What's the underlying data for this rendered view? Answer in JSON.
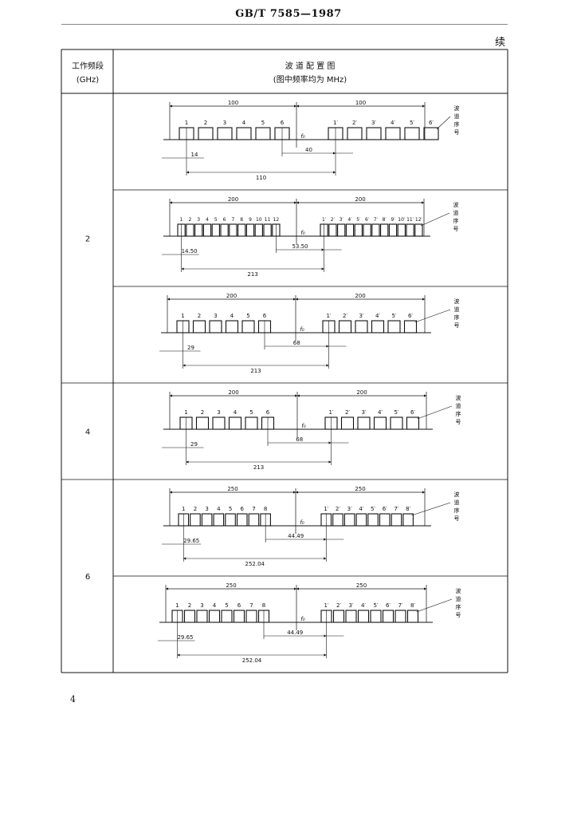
{
  "header": {
    "standard_code": "GB/T  7585—1987",
    "continued": "续"
  },
  "table": {
    "col1_header": [
      "工作频段",
      "(GHz)"
    ],
    "col2_header": [
      "波  道  配  置  图",
      "(图中频率均为 MHz)"
    ],
    "bands": [
      {
        "label": "2",
        "rows": 3
      },
      {
        "label": "4",
        "rows": 1
      },
      {
        "label": "6",
        "rows": 2
      }
    ]
  },
  "diagrams": [
    {
      "span_left": "100",
      "span_right": "100",
      "channels_left": [
        "1",
        "2",
        "3",
        "4",
        "5",
        "6"
      ],
      "channels_right": [
        "1′",
        "2′",
        "3′",
        "4′",
        "5′",
        "6′"
      ],
      "center_label": "f₀",
      "dim_a": "14",
      "dim_b": "40",
      "dim_c": "110",
      "side_note": [
        "波",
        "道",
        "序",
        "号"
      ]
    },
    {
      "span_left": "200",
      "span_right": "200",
      "channels_left": [
        "1",
        "2",
        "3",
        "4",
        "5",
        "6",
        "7",
        "8",
        "9",
        "10",
        "11",
        "12"
      ],
      "channels_right": [
        "1′",
        "2′",
        "3′",
        "4′",
        "5′",
        "6′",
        "7′",
        "8′",
        "9′",
        "10′",
        "11′",
        "12′"
      ],
      "center_label": "f₀",
      "dim_a": "14.50",
      "dim_b": "53.50",
      "dim_c": "213",
      "side_note": [
        "波",
        "道",
        "序",
        "号"
      ]
    },
    {
      "span_left": "200",
      "span_right": "200",
      "channels_left": [
        "1",
        "2",
        "3",
        "4",
        "5",
        "6"
      ],
      "channels_right": [
        "1′",
        "2′",
        "3′",
        "4′",
        "5′",
        "6′"
      ],
      "center_label": "f₀",
      "dim_a": "29",
      "dim_b": "68",
      "dim_c": "213",
      "side_note": [
        "波",
        "道",
        "序",
        "号"
      ]
    },
    {
      "span_left": "200",
      "span_right": "200",
      "channels_left": [
        "1",
        "2",
        "3",
        "4",
        "5",
        "6"
      ],
      "channels_right": [
        "1′",
        "2′",
        "3′",
        "4′",
        "5′",
        "6′"
      ],
      "center_label": "f₀",
      "dim_a": "29",
      "dim_b": "68",
      "dim_c": "213",
      "side_note": [
        "波",
        "道",
        "序",
        "号"
      ]
    },
    {
      "span_left": "250",
      "span_right": "250",
      "channels_left": [
        "1",
        "2",
        "3",
        "4",
        "5",
        "6",
        "7",
        "8"
      ],
      "channels_right": [
        "1′",
        "2′",
        "3′",
        "4′",
        "5′",
        "6′",
        "7′",
        "8′"
      ],
      "center_label": "f₀",
      "dim_a": "29.65",
      "dim_b": "44.49",
      "dim_c": "252.04",
      "side_note": [
        "波",
        "道",
        "序",
        "号"
      ]
    },
    {
      "span_left": "250",
      "span_right": "250",
      "channels_left": [
        "1",
        "2",
        "3",
        "4",
        "5",
        "6",
        "7",
        "8"
      ],
      "channels_right": [
        "1′",
        "2′",
        "3′",
        "4′",
        "5′",
        "6′",
        "7′",
        "8′"
      ],
      "center_label": "f₀",
      "dim_a": "29.65",
      "dim_b": "44.49",
      "dim_c": "252.04",
      "side_note": [
        "波",
        "道",
        "序",
        "号"
      ]
    }
  ],
  "page_number": "4"
}
